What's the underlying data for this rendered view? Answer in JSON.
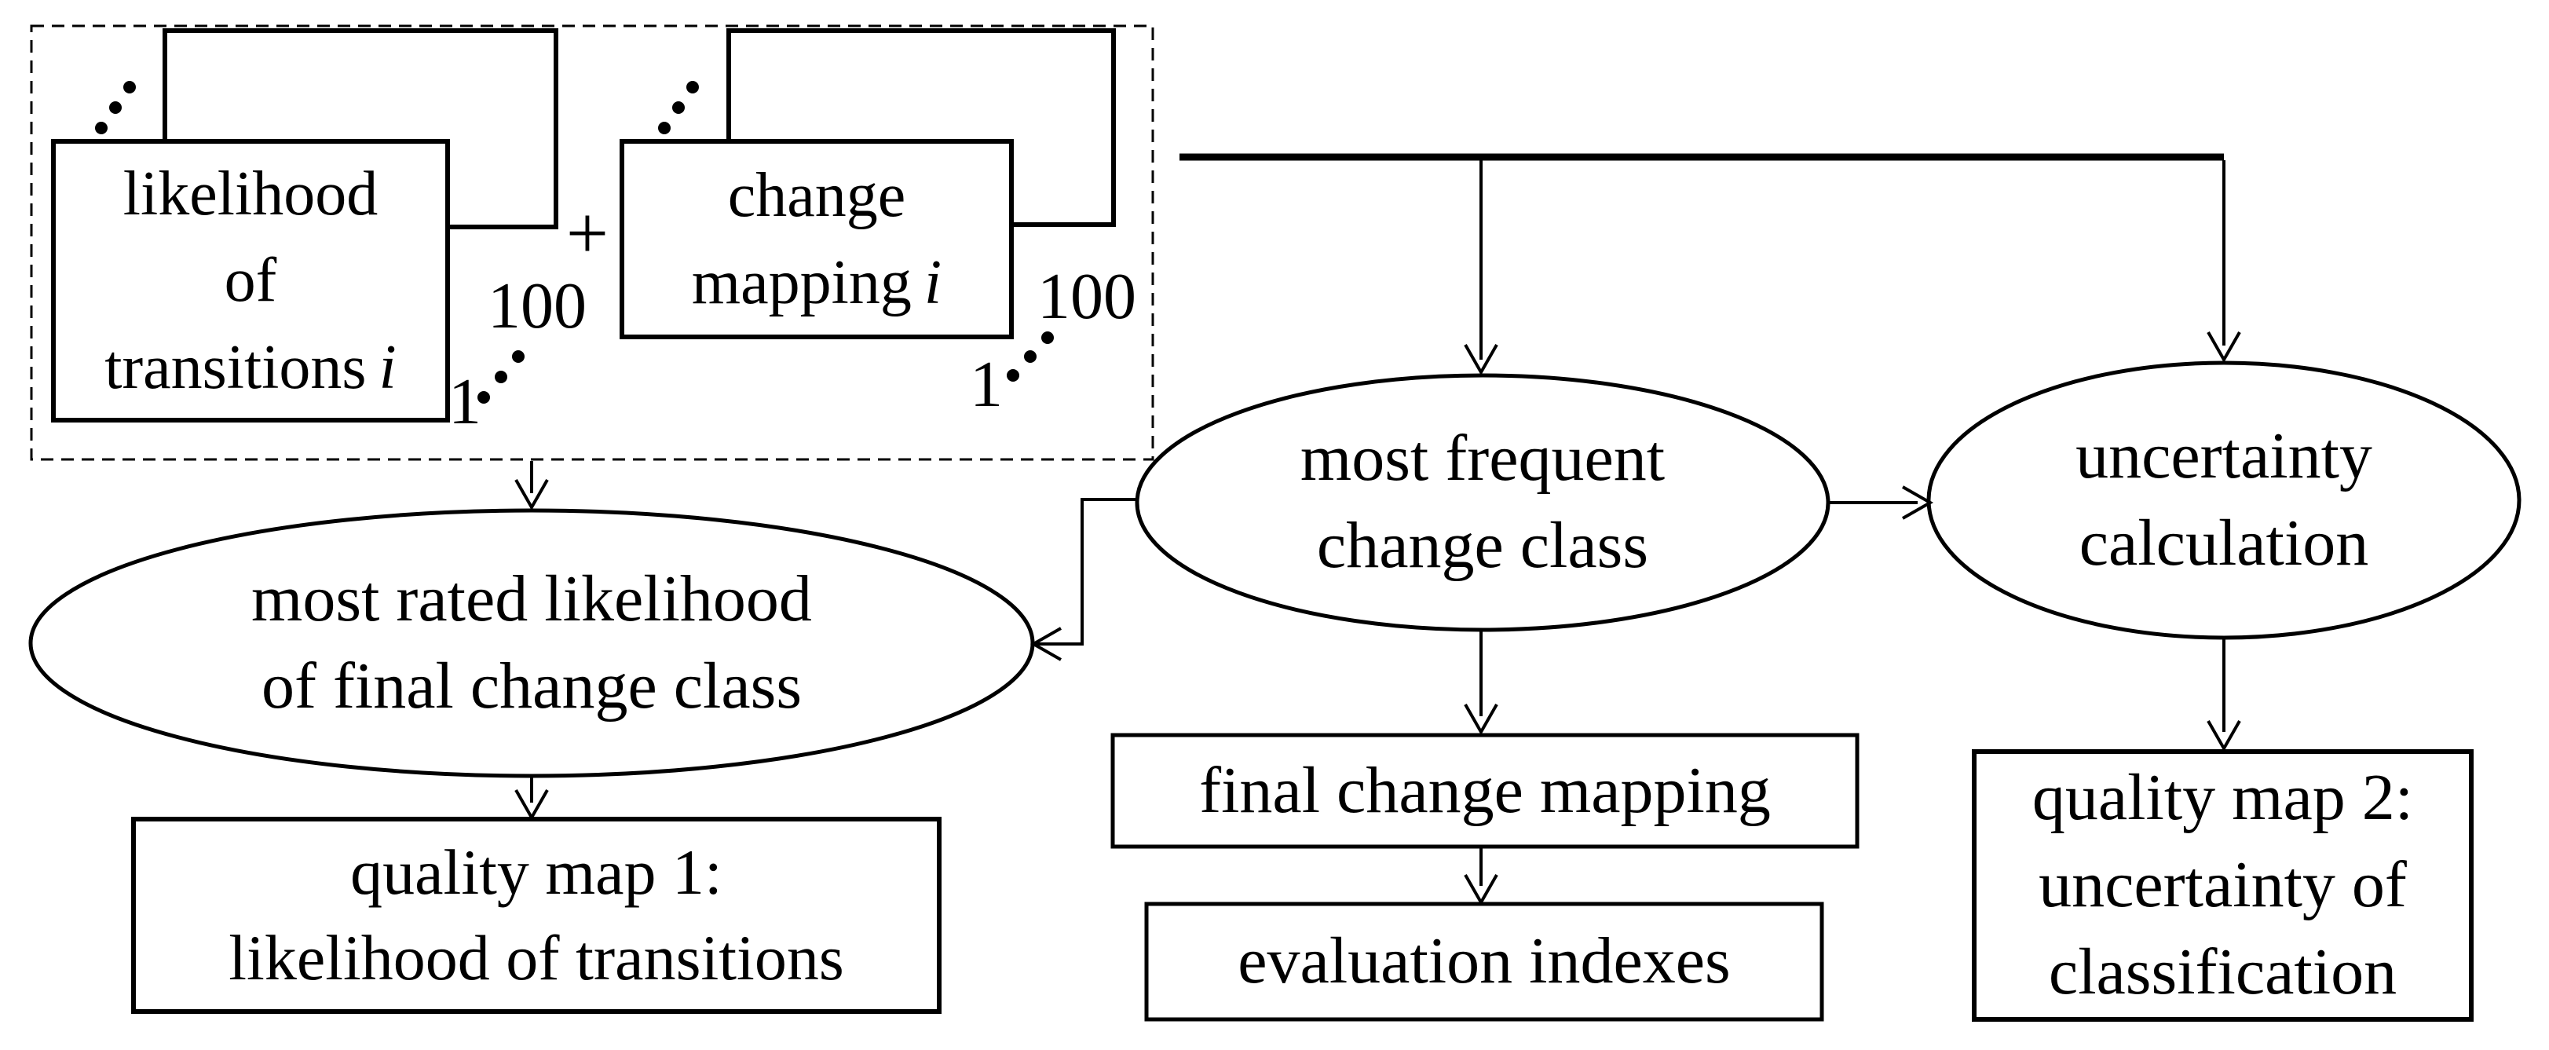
{
  "background": "#ffffff",
  "ink": "#000000",
  "dashed_group": {
    "stack1": {
      "line1": "likelihood",
      "line2": "of",
      "line3": "transitions",
      "index": "i",
      "count_top": "100",
      "count_bottom": "1"
    },
    "plus": "+",
    "stack2": {
      "line1": "change",
      "line2": "mapping",
      "index": "i",
      "count_top": "100",
      "count_bottom": "1"
    }
  },
  "ellipses": {
    "most_rated": {
      "line1": "most rated likelihood",
      "line2": "of final change class"
    },
    "most_frequent": {
      "line1": "most frequent",
      "line2": "change class"
    },
    "uncertainty": {
      "line1": "uncertainty",
      "line2": "calculation"
    }
  },
  "boxes": {
    "quality_map_1": {
      "line1": "quality map 1:",
      "line2": "likelihood of transitions"
    },
    "final_change_mapping": {
      "label": "final change mapping"
    },
    "evaluation_indexes": {
      "label": "evaluation indexes"
    },
    "quality_map_2": {
      "line1": "quality map 2:",
      "line2": "uncertainty of",
      "line3": "classification"
    }
  }
}
